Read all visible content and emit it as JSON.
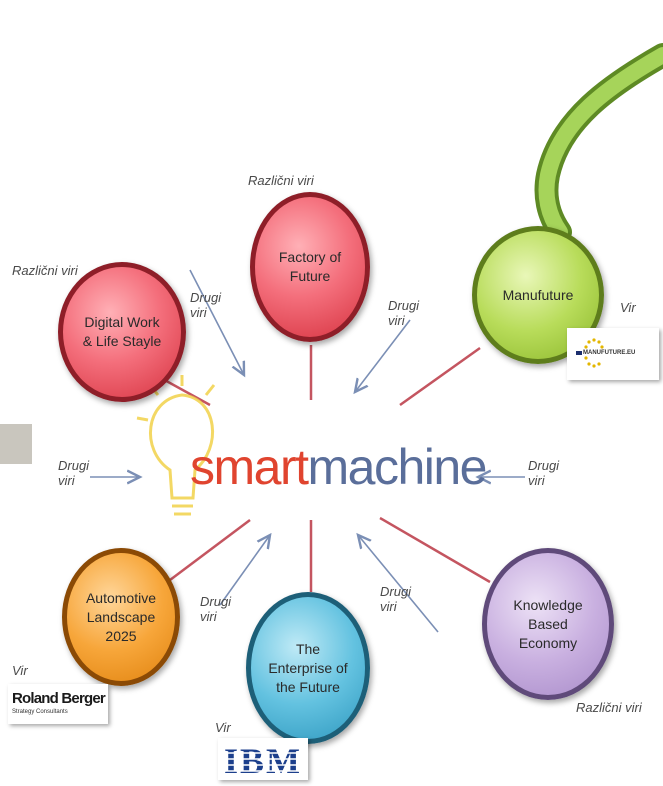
{
  "center": {
    "part1": "smart",
    "part2": "machine"
  },
  "nodes": {
    "factory": "Factory of\nFuture",
    "digital": "Digital Work\n& Life Stayle",
    "manufuture": "Manufuture",
    "automotive": "Automotive\nLandscape\n2025",
    "enterprise": "The\nEnterprise of\nthe Future",
    "knowledge": "Knowledge\nBased\nEconomy"
  },
  "source_labels": {
    "razlicni_factory": "Različni viri",
    "razlicni_digital": "Različni viri",
    "razlicni_knowledge": "Različni viri",
    "vir_manufuture": "Vir",
    "vir_roland": "Vir",
    "vir_ibm": "Vir",
    "drugi_1": "Drugi\nviri",
    "drugi_2": "Drugi\nviri",
    "drugi_3": "Drugi\nviri",
    "drugi_4": "Drugi\nviri",
    "drugi_5": "Drugi\nviri",
    "drugi_6": "Drugi\nviri"
  },
  "logos": {
    "manufuture": "MANUFUTURE.EU",
    "roland_main": "Roland Berger",
    "roland_sub": "Strategy Consultants",
    "ibm": "IBM"
  },
  "colors": {
    "smart": "#e0442f",
    "machine": "#5a6e9a",
    "arrow": "#7b8fb5",
    "connector": "#c45560",
    "arc": "#8cc63f"
  }
}
